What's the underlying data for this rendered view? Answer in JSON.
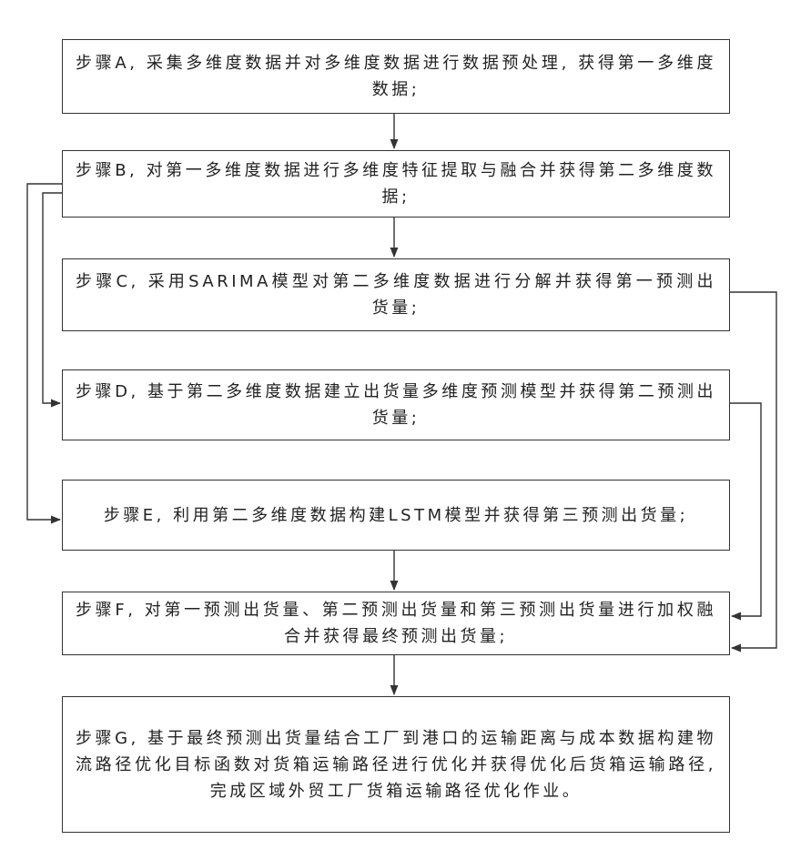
{
  "steps": [
    {
      "id": "A",
      "text": "步骤A, 采集多维度数据并对多维度数据进行数据预处理, 获得第一多维度数据;"
    },
    {
      "id": "B",
      "text": "步骤B, 对第一多维度数据进行多维度特征提取与融合并获得第二多维度数据;"
    },
    {
      "id": "C",
      "text": "步骤C, 采用SARIMA模型对第二多维度数据进行分解并获得第一预测出货量;"
    },
    {
      "id": "D",
      "text": "步骤D, 基于第二多维度数据建立出货量多维度预测模型并获得第二预测出货量;"
    },
    {
      "id": "E",
      "text": "步骤E, 利用第二多维度数据构建LSTM模型并获得第三预测出货量;"
    },
    {
      "id": "F",
      "text": "步骤F, 对第一预测出货量、第二预测出货量和第三预测出货量进行加权融合并获得最终预测出货量;"
    },
    {
      "id": "G",
      "text": "步骤G, 基于最终预测出货量结合工厂到港口的运输距离与成本数据构建物流路径优化目标函数对货箱运输路径进行优化并获得优化后货箱运输路径, 完成区域外贸工厂货箱运输路径优化作业。"
    }
  ],
  "colors": {
    "line": "#333333",
    "border": "#333333",
    "text": "#222222"
  }
}
